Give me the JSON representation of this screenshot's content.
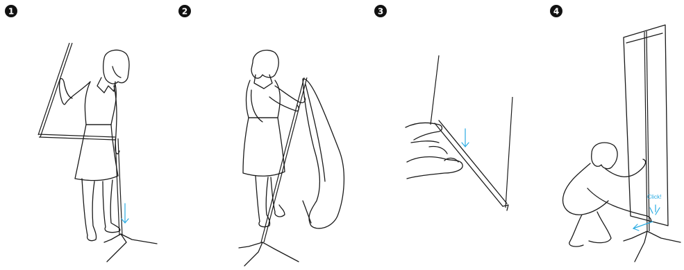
{
  "steps": [
    {
      "number": "1"
    },
    {
      "number": "2"
    },
    {
      "number": "3"
    },
    {
      "number": "4",
      "callout": "Click!"
    }
  ],
  "colors": {
    "ink": "#1a1a1a",
    "accent": "#29abe2",
    "badge": "#111111"
  }
}
